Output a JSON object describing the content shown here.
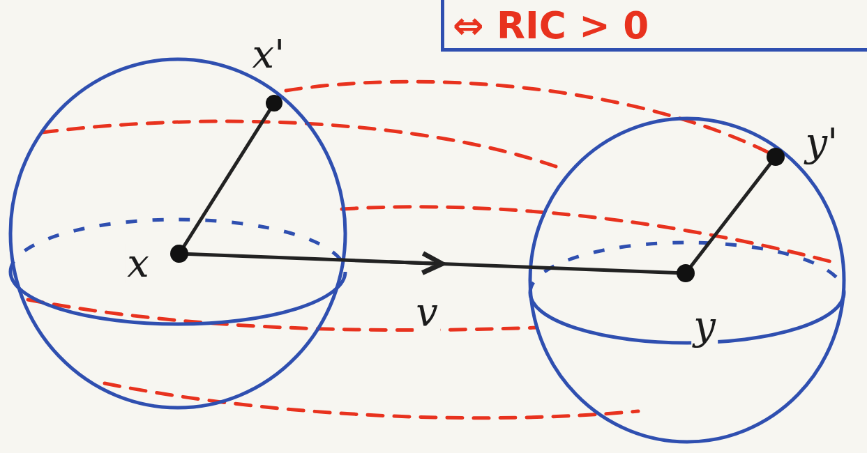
{
  "diagram": {
    "nodes": [
      {
        "text": [
          "⇔ RIC > 0"
        ]
      }
    ],
    "labels": [
      "x'",
      "x",
      "v",
      "y",
      "y'"
    ]
  }
}
